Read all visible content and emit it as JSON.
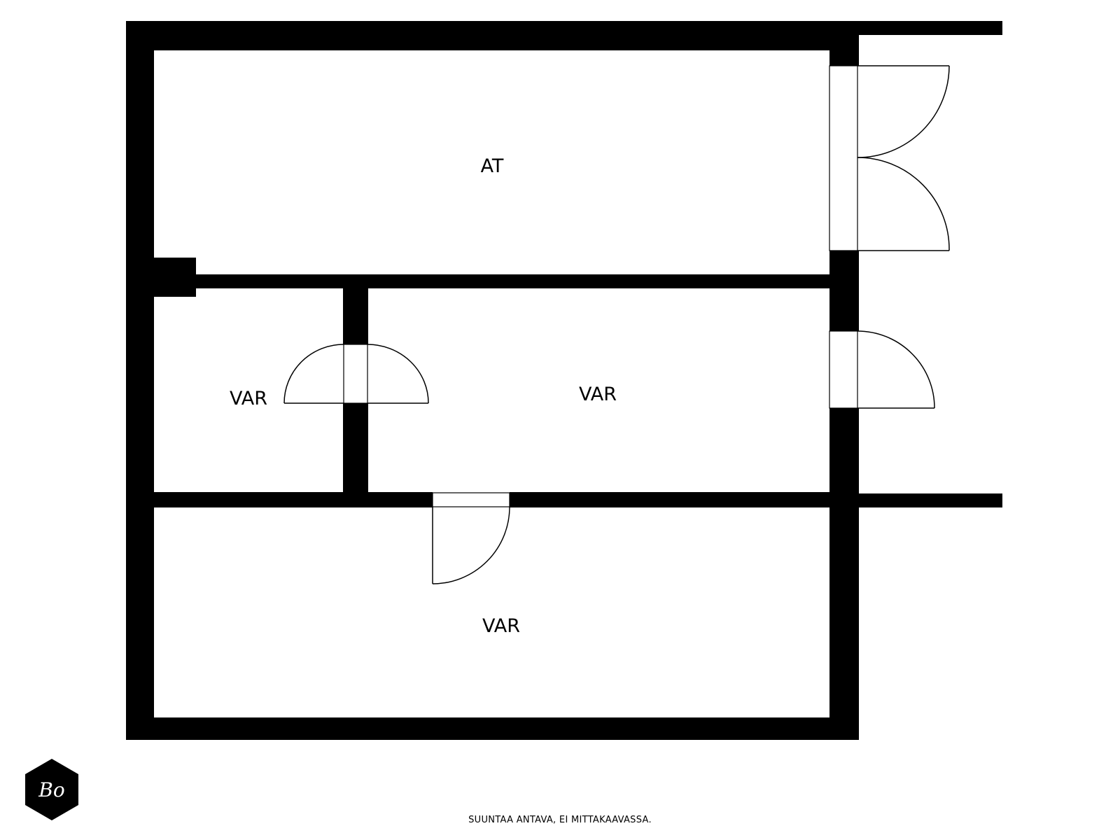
{
  "rooms": {
    "entry": "AT",
    "storage_small": "VAR",
    "storage_middle": "VAR",
    "storage_bottom": "VAR"
  },
  "logo": {
    "text": "Bo",
    "icon": "hexagon-logo-icon"
  },
  "disclaimer": "SUUNTAA ANTAVA, EI MITTAKAAVASSA.",
  "colors": {
    "wall": "#000000",
    "background": "#ffffff"
  }
}
